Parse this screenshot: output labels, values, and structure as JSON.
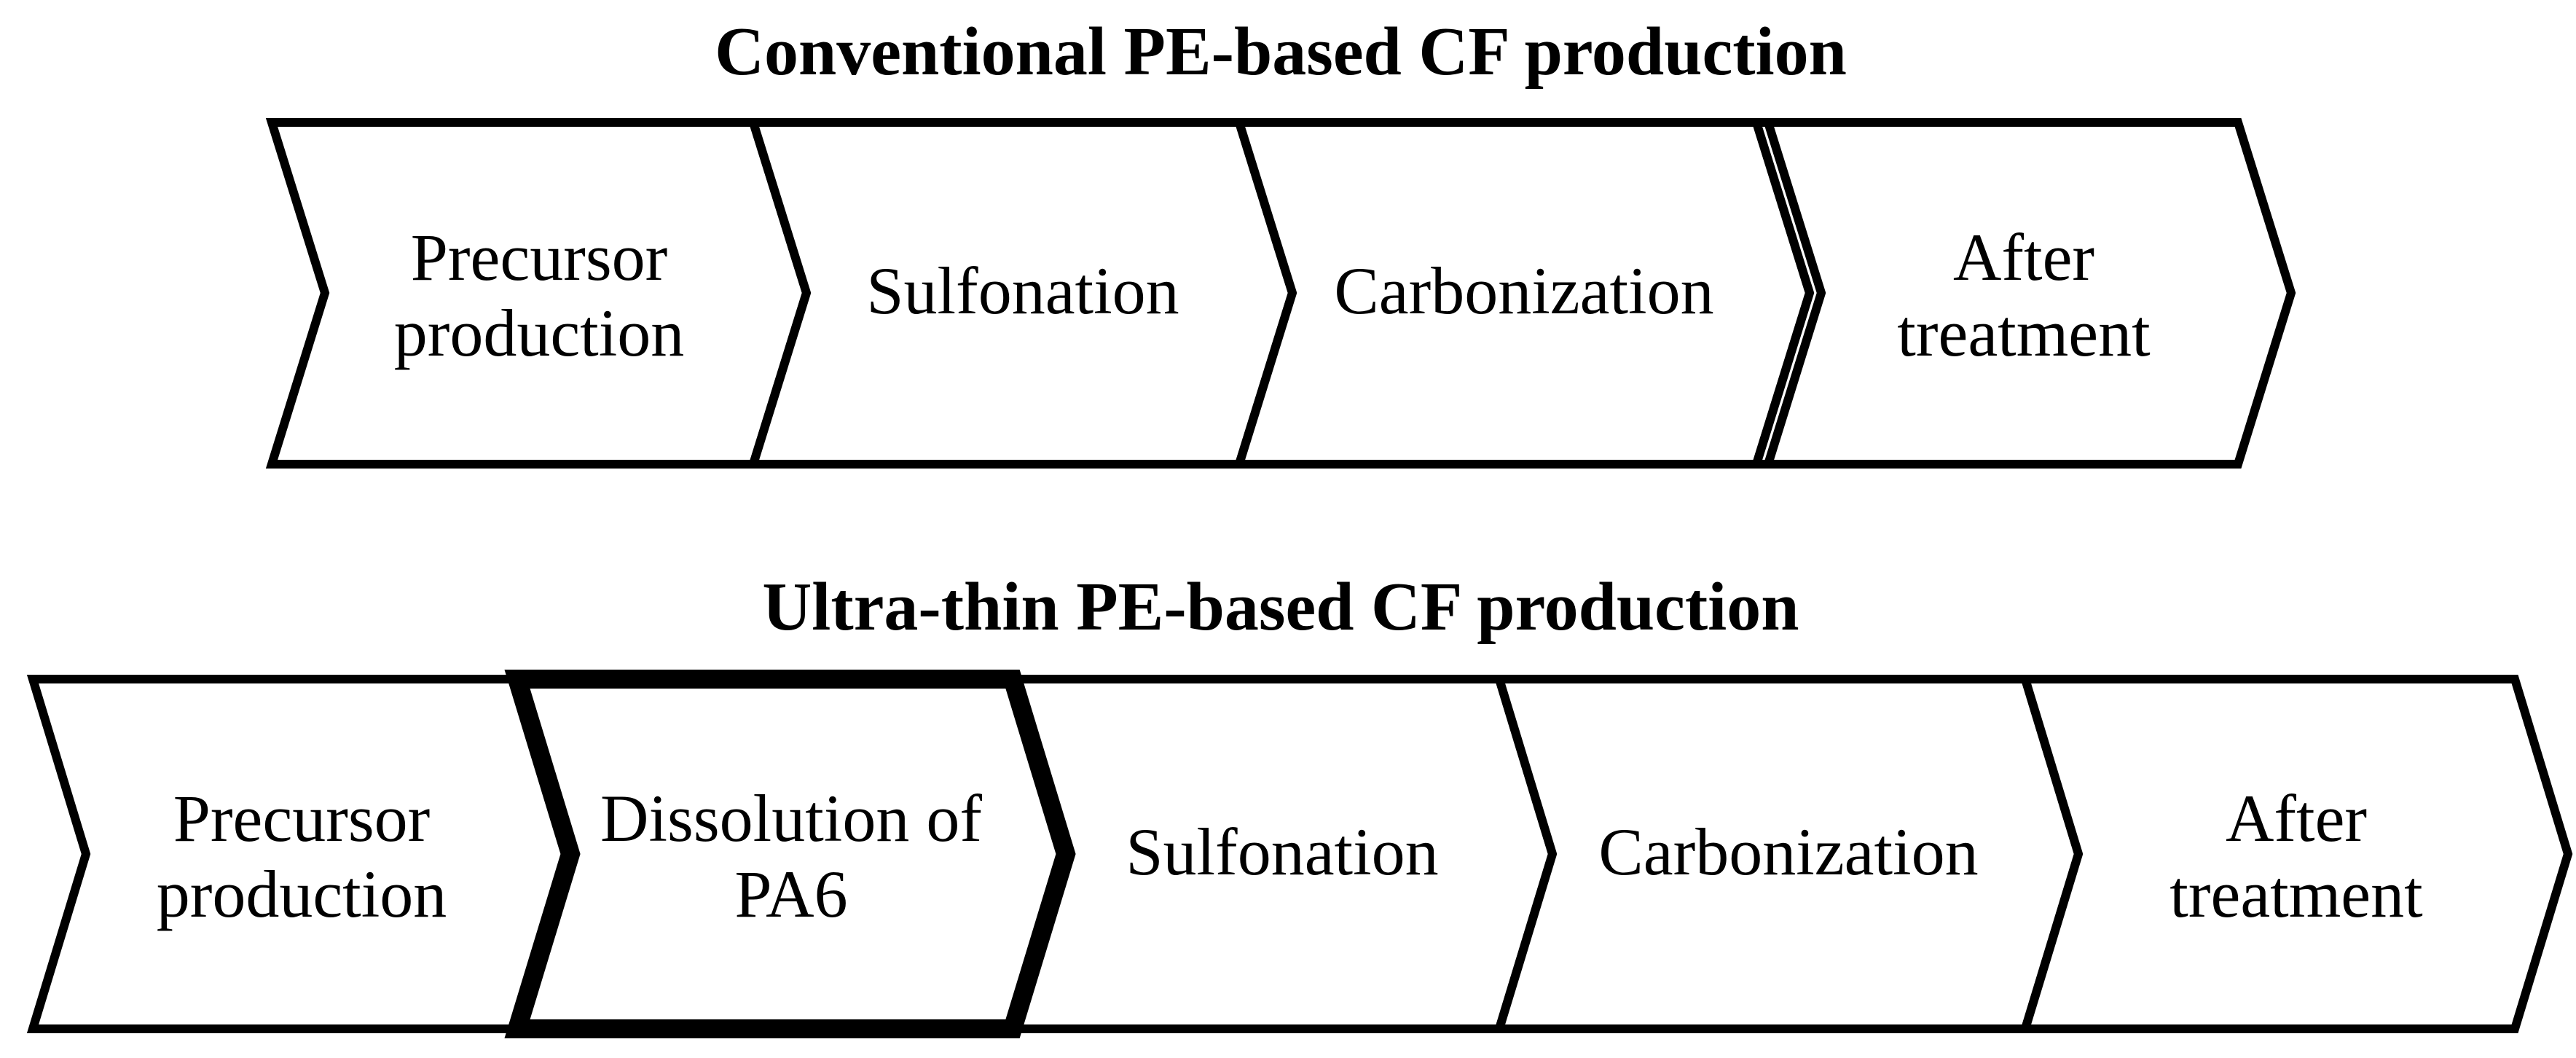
{
  "colors": {
    "line": "#000000",
    "fill": "#ffffff",
    "text": "#000000",
    "bg": "#ffffff"
  },
  "rows": [
    {
      "title": "Conventional PE-based CF production",
      "steps": [
        {
          "name": "precursor-production",
          "label": "Precursor production",
          "lines": [
            "Precursor",
            "production"
          ],
          "highlighted": false
        },
        {
          "name": "sulfonation",
          "label": "Sulfonation",
          "lines": [
            "Sulfonation"
          ],
          "highlighted": false
        },
        {
          "name": "carbonization",
          "label": "Carbonization",
          "lines": [
            "Carbonization"
          ],
          "highlighted": false
        },
        {
          "name": "after-treatment",
          "label": "After treatment",
          "lines": [
            "After",
            "treatment"
          ],
          "highlighted": false
        }
      ]
    },
    {
      "title": "Ultra-thin PE-based CF production",
      "steps": [
        {
          "name": "precursor-production",
          "label": "Precursor production",
          "lines": [
            "Precursor",
            "production"
          ],
          "highlighted": false
        },
        {
          "name": "dissolution-of-pa6",
          "label": "Dissolution of PA6",
          "lines": [
            "Dissolution of",
            "PA6"
          ],
          "highlighted": true
        },
        {
          "name": "sulfonation",
          "label": "Sulfonation",
          "lines": [
            "Sulfonation"
          ],
          "highlighted": false
        },
        {
          "name": "carbonization",
          "label": "Carbonization",
          "lines": [
            "Carbonization"
          ],
          "highlighted": false
        },
        {
          "name": "after-treatment",
          "label": "After treatment",
          "lines": [
            "After",
            "treatment"
          ],
          "highlighted": false
        }
      ]
    }
  ]
}
